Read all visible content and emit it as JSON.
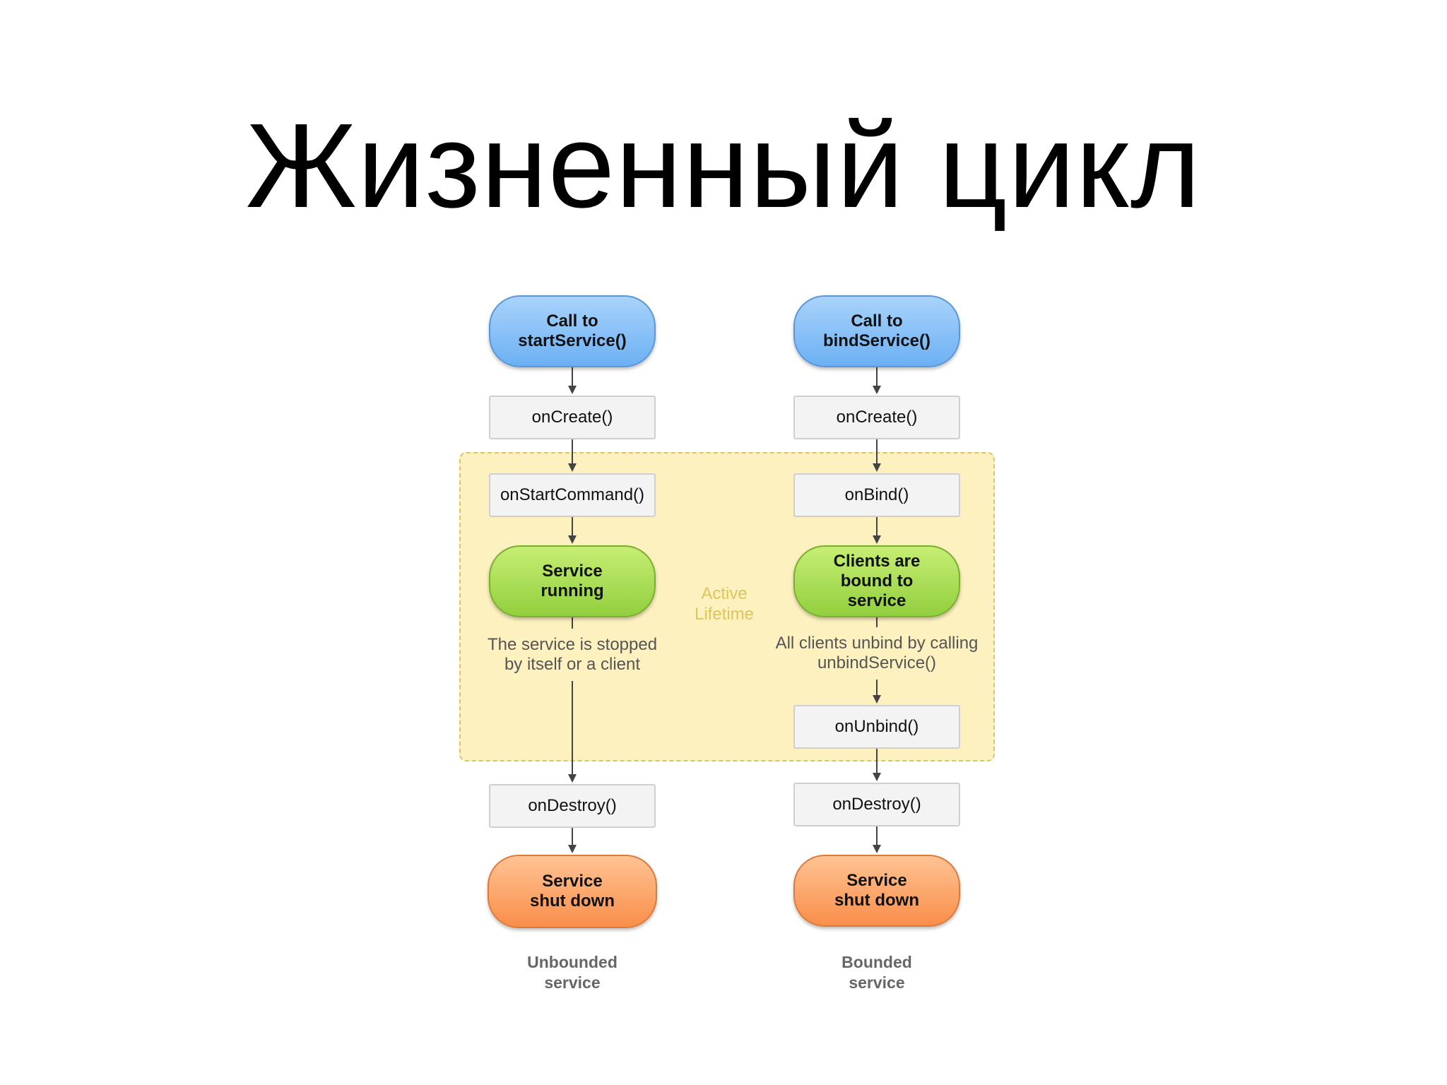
{
  "title": "Жизненный цикл",
  "diagram": {
    "active_lifetime": "Active\nLifetime",
    "unbounded": {
      "start": "Call to\nstartService()",
      "on_create": "onCreate()",
      "on_start_command": "onStartCommand()",
      "running": "Service\nrunning",
      "stop_note": "The service is stopped\nby itself or a client",
      "on_destroy": "onDestroy()",
      "shutdown": "Service\nshut down",
      "caption": "Unbounded\nservice"
    },
    "bounded": {
      "start": "Call to\nbindService()",
      "on_create": "onCreate()",
      "on_bind": "onBind()",
      "bound": "Clients are\nbound to\nservice",
      "unbind_note": "All clients unbind by calling\nunbindService()",
      "on_unbind": "onUnbind()",
      "on_destroy": "onDestroy()",
      "shutdown": "Service\nshut down",
      "caption": "Bounded\nservice"
    },
    "colors": {
      "start": "#6cb0f3",
      "active": "#92cf3e",
      "shutdown": "#f98e4b",
      "lifetime_zone": "#fdf1bf"
    }
  }
}
